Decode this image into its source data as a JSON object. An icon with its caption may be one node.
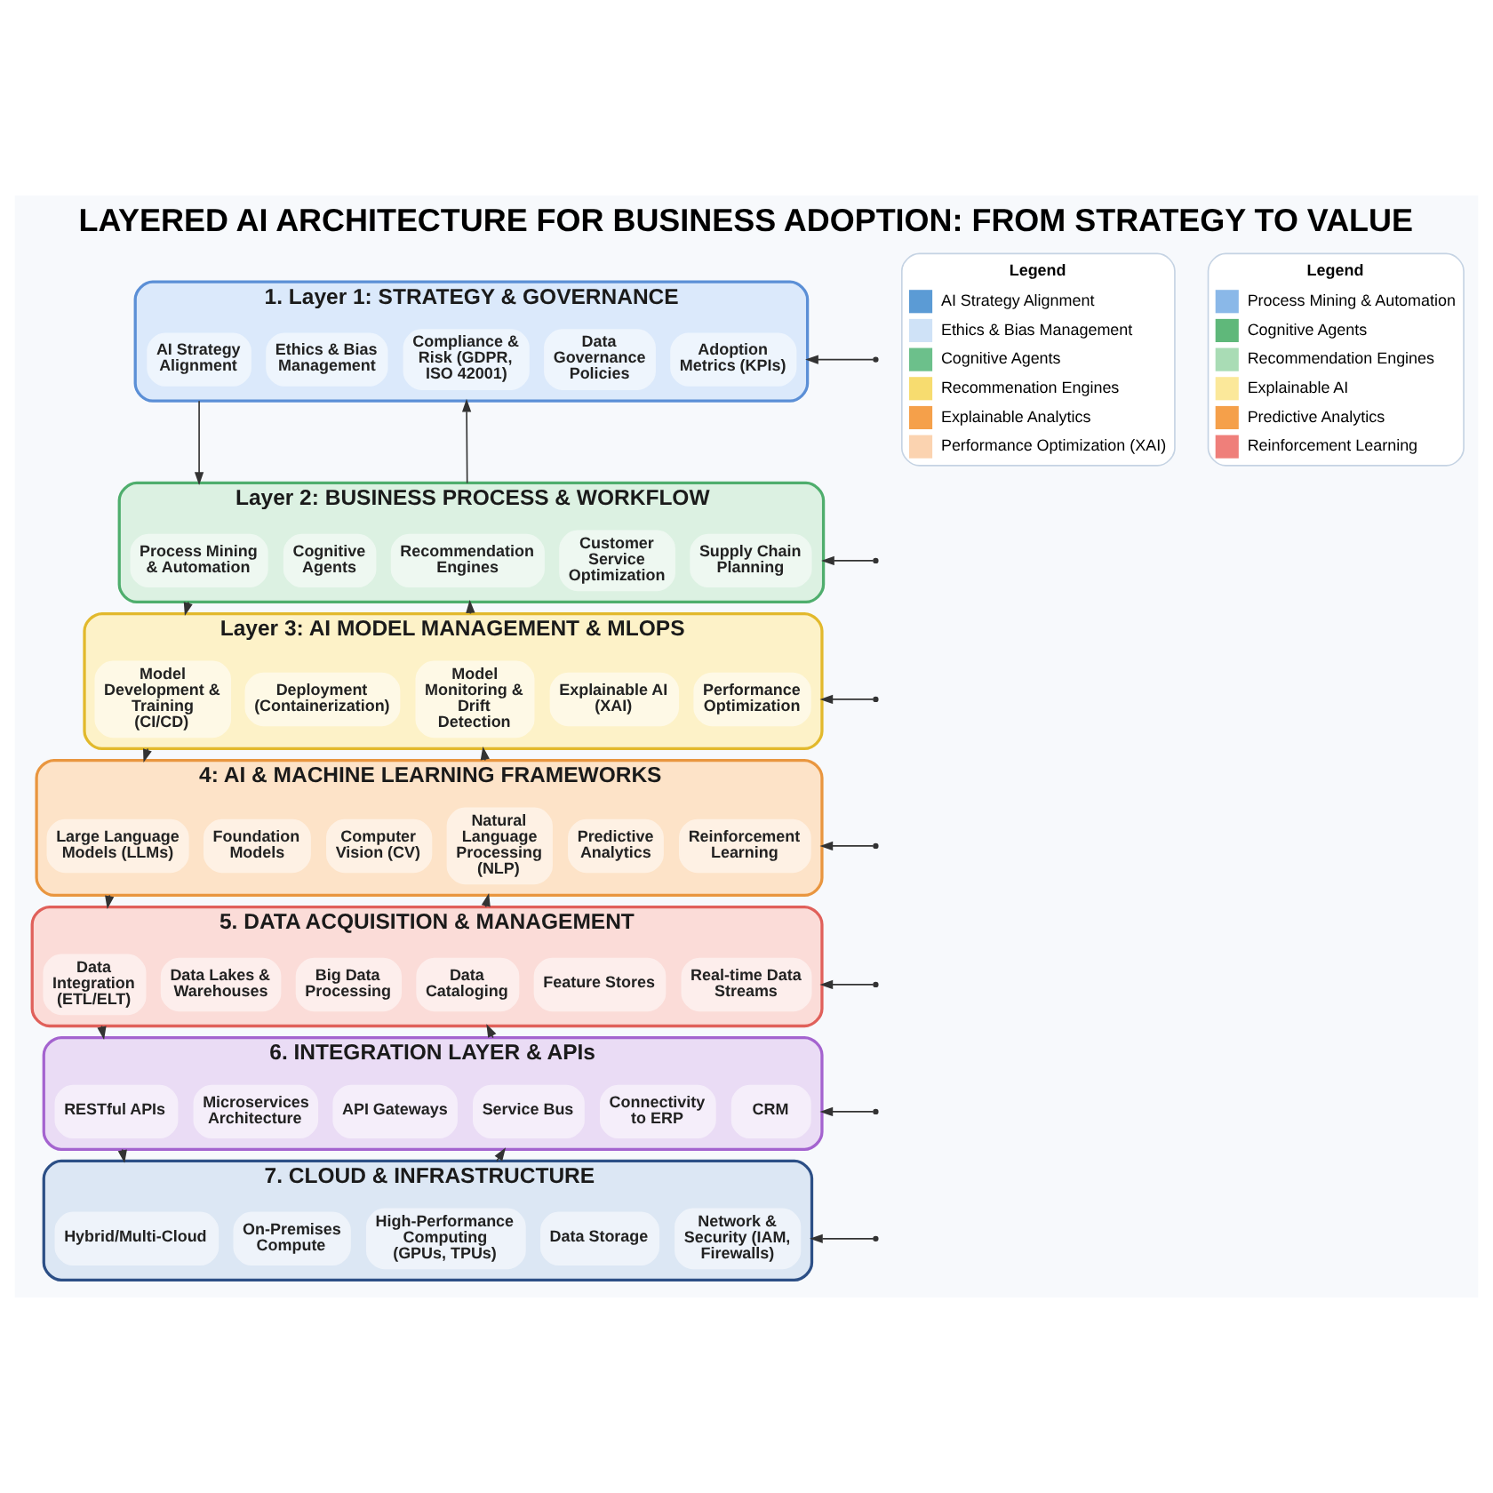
{
  "diagram": {
    "title": "LAYERED AI ARCHITECTURE FOR BUSINESS ADOPTION: FROM STRATEGY TO VALUE",
    "nodes": [
      {
        "text": [
          "1. Layer 1: STRATEGY & GOVERNANCE"
        ]
      },
      {
        "text": [
          "AI Strategy Alignment"
        ],
        "in": 0
      },
      {
        "text": [
          "Ethics & Bias Management"
        ],
        "in": 0
      },
      {
        "text": [
          "Compliance & Risk (GDPR, ISO 42001)"
        ],
        "in": 0
      },
      {
        "text": [
          "Data Governance Policies"
        ],
        "in": 0
      },
      {
        "text": [
          "Adoption Metrics (KPIs)"
        ],
        "in": 0
      },
      {
        "text": [
          "Layer 2: BUSINESS PROCESS & WORKFLOW"
        ]
      },
      {
        "text": [
          "Process Mining & Automation"
        ],
        "in": 6
      },
      {
        "text": [
          "Cognitive Agents"
        ],
        "in": 6
      },
      {
        "text": [
          "Recommendation Engines"
        ],
        "in": 6
      },
      {
        "text": [
          "Customer Service Optimization"
        ],
        "in": 6
      },
      {
        "text": [
          "Supply Chain Planning"
        ],
        "in": 6
      },
      {
        "text": [
          "Layer 3: AI MODEL MANAGEMENT & MLOPS"
        ]
      },
      {
        "text": [
          "Model Development & Training (CI/CD)"
        ],
        "in": 12
      },
      {
        "text": [
          "Deployment (Containerization)"
        ],
        "in": 12
      },
      {
        "text": [
          "Model Monitoring & Drift Detection"
        ],
        "in": 12
      },
      {
        "text": [
          "Explainable AI (XAI)"
        ],
        "in": 12
      },
      {
        "text": [
          "Performance Optimization"
        ],
        "in": 12
      },
      {
        "text": [
          "4: AI & MACHINE LEARNING FRAMEWORKS"
        ]
      },
      {
        "text": [
          "Large Language Models (LLMs)"
        ],
        "in": 18
      },
      {
        "text": [
          "Foundation Models"
        ],
        "in": 18
      },
      {
        "text": [
          "Computer Vision (CV)"
        ],
        "in": 18
      },
      {
        "text": [
          "Natural Language Processing (NLP)"
        ],
        "in": 18
      },
      {
        "text": [
          "Predictive Analytics"
        ],
        "in": 18
      },
      {
        "text": [
          "Reinforcement Learning"
        ],
        "in": 18
      },
      {
        "text": [
          "5. DATA ACQUISITION & MANAGEMENT"
        ]
      },
      {
        "text": [
          "Data Integration (ETL/ELT)"
        ],
        "in": 25
      },
      {
        "text": [
          "Data Lakes & Warehouses"
        ],
        "in": 25
      },
      {
        "text": [
          "Big Data Processing"
        ],
        "in": 25
      },
      {
        "text": [
          "Data Cataloging"
        ],
        "in": 25
      },
      {
        "text": [
          "Feature Stores"
        ],
        "in": 25
      },
      {
        "text": [
          "Real-time Data Streams"
        ],
        "in": 25
      },
      {
        "text": [
          "6. INTEGRATION LAYER & APIs"
        ]
      },
      {
        "text": [
          "RESTful APIs"
        ],
        "in": 32
      },
      {
        "text": [
          "Microservices Architecture"
        ],
        "in": 32
      },
      {
        "text": [
          "API Gateways"
        ],
        "in": 32
      },
      {
        "text": [
          "Service Bus"
        ],
        "in": 32
      },
      {
        "text": [
          "Connectivity to ERP"
        ],
        "in": 32
      },
      {
        "text": [
          "CRM"
        ],
        "in": 32
      },
      {
        "text": [
          "7. CLOUD & INFRASTRUCTURE"
        ]
      },
      {
        "text": [
          "Hybrid/Multi-Cloud"
        ],
        "in": 39
      },
      {
        "text": [
          "On-Premises Compute"
        ],
        "in": 39
      },
      {
        "text": [
          "High-Performance Computing (GPUs, TPUs)"
        ],
        "in": 39
      },
      {
        "text": [
          "Data Storage"
        ],
        "in": 39
      },
      {
        "text": [
          "Network & Security (IAM, Firewalls)"
        ],
        "in": 39
      }
    ],
    "edges": [
      {
        "from": 0,
        "to": 6,
        "arrow": "to"
      },
      {
        "from": 6,
        "to": 0,
        "arrow": "to"
      },
      {
        "from": 6,
        "to": 12,
        "arrow": "to"
      },
      {
        "from": 12,
        "to": 6,
        "arrow": "to"
      },
      {
        "from": 12,
        "to": 18,
        "arrow": "to"
      },
      {
        "from": 18,
        "to": 12,
        "arrow": "to"
      },
      {
        "from": 18,
        "to": 25,
        "arrow": "to"
      },
      {
        "from": 25,
        "to": 18,
        "arrow": "to"
      },
      {
        "from": 25,
        "to": 32,
        "arrow": "to"
      },
      {
        "from": 32,
        "to": 25,
        "arrow": "to"
      },
      {
        "from": 32,
        "to": 39,
        "arrow": "to"
      },
      {
        "from": 39,
        "to": 32,
        "arrow": "to"
      },
      {
        "from": null,
        "to": 0,
        "arrow": "to"
      },
      {
        "from": null,
        "to": 6,
        "arrow": "to"
      },
      {
        "from": null,
        "to": 12,
        "arrow": "to"
      },
      {
        "from": null,
        "to": 18,
        "arrow": "to"
      },
      {
        "from": null,
        "to": 25,
        "arrow": "to"
      },
      {
        "from": null,
        "to": 32,
        "arrow": "to"
      },
      {
        "from": null,
        "to": 39,
        "arrow": "to"
      }
    ],
    "labels": [
      "Legend",
      "Legend"
    ],
    "legend": [
      {
        "text": "AI Strategy Alignment",
        "color": "#5b9bd5"
      },
      {
        "text": "Ethics & Bias Management",
        "color": "#cfe2f7"
      },
      {
        "text": "Cognitive Agents",
        "color": "#6cc08b"
      },
      {
        "text": "Recommenation Engines",
        "color": "#f7dc6f"
      },
      {
        "text": "Explainable Analytics",
        "color": "#f5a04a"
      },
      {
        "text": "Performance Optimization (XAI)",
        "color": "#fbd3b0"
      },
      {
        "text": "Process Mining & Automation",
        "color": "#8ab8e8"
      },
      {
        "text": "Cognitive Agents",
        "color": "#5fb87a"
      },
      {
        "text": "Recommendation Engines",
        "color": "#a9dcb5"
      },
      {
        "text": "Explainable AI",
        "color": "#fbe89a"
      },
      {
        "text": "Predictive Analytics",
        "color": "#f5a04a"
      },
      {
        "text": "Reinforcement Learning",
        "color": "#ef7f7a"
      }
    ]
  }
}
